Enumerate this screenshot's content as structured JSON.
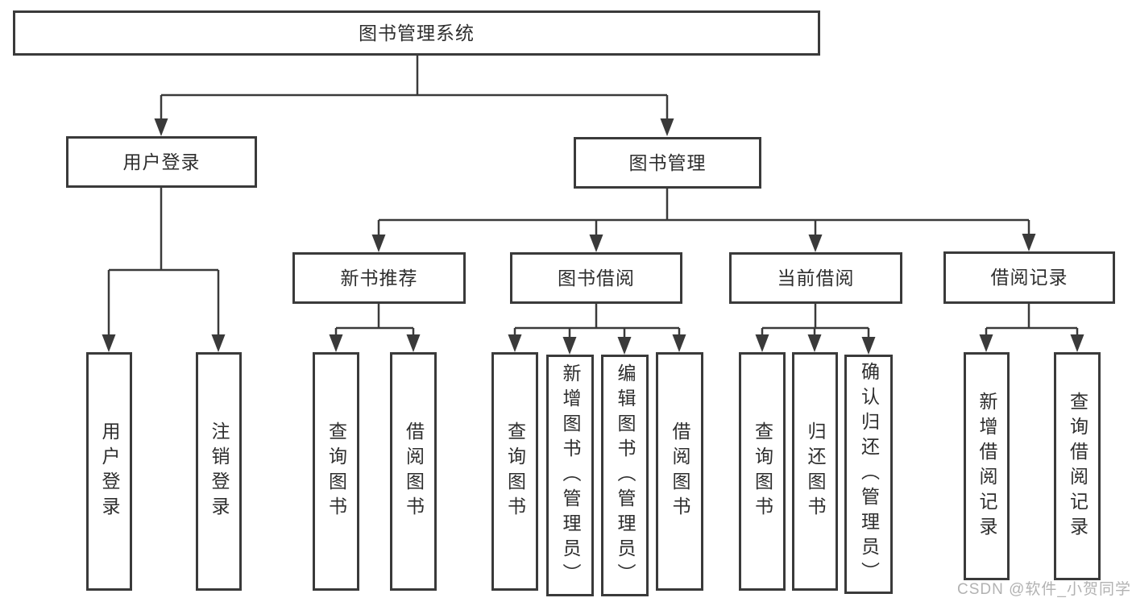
{
  "tree": {
    "root": {
      "label": "图书管理系统",
      "children": [
        {
          "label": "用户登录",
          "children": [
            {
              "label": "用户登录"
            },
            {
              "label": "注销登录"
            }
          ]
        },
        {
          "label": "图书管理",
          "children": [
            {
              "label": "新书推荐",
              "children": [
                {
                  "label": "查询图书"
                },
                {
                  "label": "借阅图书"
                }
              ]
            },
            {
              "label": "图书借阅",
              "children": [
                {
                  "label": "查询图书"
                },
                {
                  "label": "新增图书（管理员）"
                },
                {
                  "label": "编辑图书（管理员）"
                },
                {
                  "label": "借阅图书"
                }
              ]
            },
            {
              "label": "当前借阅",
              "children": [
                {
                  "label": "查询图书"
                },
                {
                  "label": "归还图书"
                },
                {
                  "label": "确认归还（管理员）"
                }
              ]
            },
            {
              "label": "借阅记录",
              "children": [
                {
                  "label": "新增借阅记录"
                },
                {
                  "label": "查询借阅记录"
                }
              ]
            }
          ]
        }
      ]
    }
  },
  "watermark": {
    "text": "CSDN @软件_小贺同学"
  },
  "colors": {
    "line": "#3a3a3a",
    "box_border": "#3a3a3a",
    "text": "#2e2e2e",
    "watermark": "#b2b2b2",
    "background": "#ffffff"
  }
}
